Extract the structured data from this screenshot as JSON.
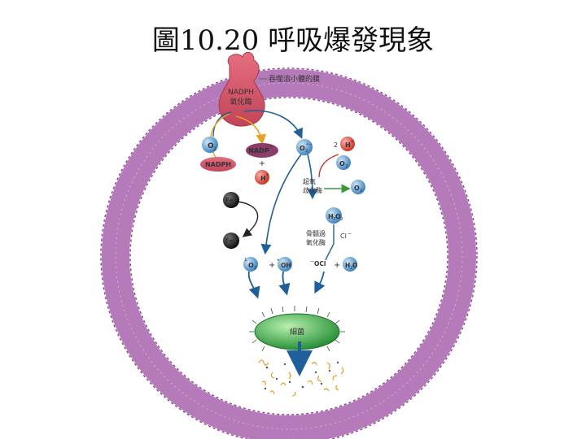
{
  "title": "圖10.20 呼吸爆發現象",
  "labels": {
    "phagosome": "吞噬溶小體的膜",
    "nadph_oxidase_line1": "NADPH",
    "nadph_oxidase_line2": "氧化酶",
    "o2": "O",
    "o2_sub": "2",
    "nadph": "NADPH",
    "nadp": "NADP",
    "plus": "+",
    "h": "H",
    "superoxide": "O",
    "two": "2",
    "sod_line1": "超氧",
    "sod_line2": "歧化酶",
    "h2o2": "H",
    "fe3": "Fe",
    "fe2": "Fe",
    "mpo_line1": "骨髓過",
    "mpo_line2": "氧化酶",
    "cl": "Cl",
    "singlet_o2": "O",
    "oh": "OH",
    "ocl": "OCl",
    "h2o": "H",
    "bacterium": "細菌"
  },
  "colors": {
    "membrane": "#b57ab9",
    "membrane_dark": "#8e4a94",
    "enzyme": "#d95a6b",
    "oxygen_ball": "#4a8fc4",
    "h_ball": "#d83a2e",
    "fe_ball": "#222222",
    "bacterium": "#2ea043",
    "arrow_blue": "#1f5f9a",
    "arrow_orange": "#e8a020",
    "arrow_green": "#3a9a3a",
    "arrow_red": "#c0392b"
  }
}
